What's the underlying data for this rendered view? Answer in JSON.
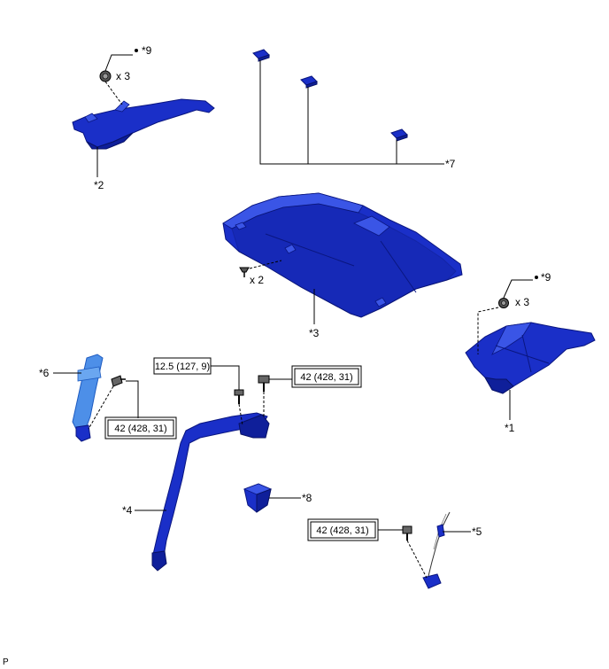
{
  "labels": {
    "p1": "*1",
    "p2": "*2",
    "p3": "*3",
    "p4": "*4",
    "p5": "*5",
    "p6": "*6",
    "p7": "*7",
    "p8": "*8",
    "p9a": "*9",
    "p9b": "*9"
  },
  "quantities": {
    "clip_top": "x 3",
    "clip_right": "x 3",
    "clip_shelf": "x 2"
  },
  "torques": {
    "t1": "12.5 (127, 9)",
    "t2": "42 (428, 31)",
    "t3": "42 (428, 31)",
    "t4": "42 (428, 31)"
  },
  "footer": {
    "code": "P"
  },
  "colors": {
    "part": "#1a2fc8",
    "belt": "#4d8fe8"
  }
}
